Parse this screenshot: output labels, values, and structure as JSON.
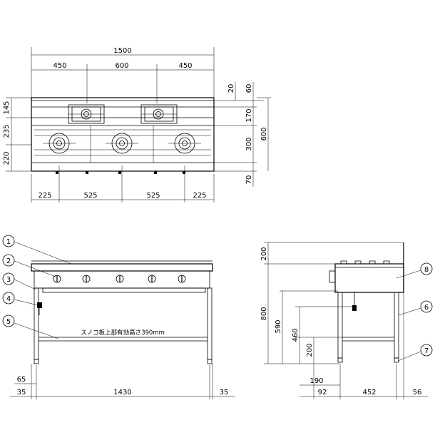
{
  "top_view": {
    "overall_width": "1500",
    "width_segments": [
      "450",
      "600",
      "450"
    ],
    "bottom_segments": [
      "225",
      "525",
      "525",
      "225"
    ],
    "left_heights": [
      "145",
      "235",
      "220"
    ],
    "right_small": [
      "20",
      "60"
    ],
    "right_heights": [
      "170",
      "300",
      "70"
    ],
    "overall_depth": "600"
  },
  "front_view": {
    "callouts": [
      "1",
      "2",
      "3",
      "4",
      "5"
    ],
    "note": "スノコ板上部有効高さ390mm",
    "dim_65": "65",
    "bottom_dims": [
      "35",
      "1430",
      "35"
    ]
  },
  "side_view": {
    "callouts": [
      "8",
      "6",
      "7"
    ],
    "heights": [
      "200",
      "800",
      "590",
      "460",
      "200"
    ],
    "dim_190": "190",
    "bottom_dims": [
      "92",
      "452",
      "56"
    ]
  }
}
